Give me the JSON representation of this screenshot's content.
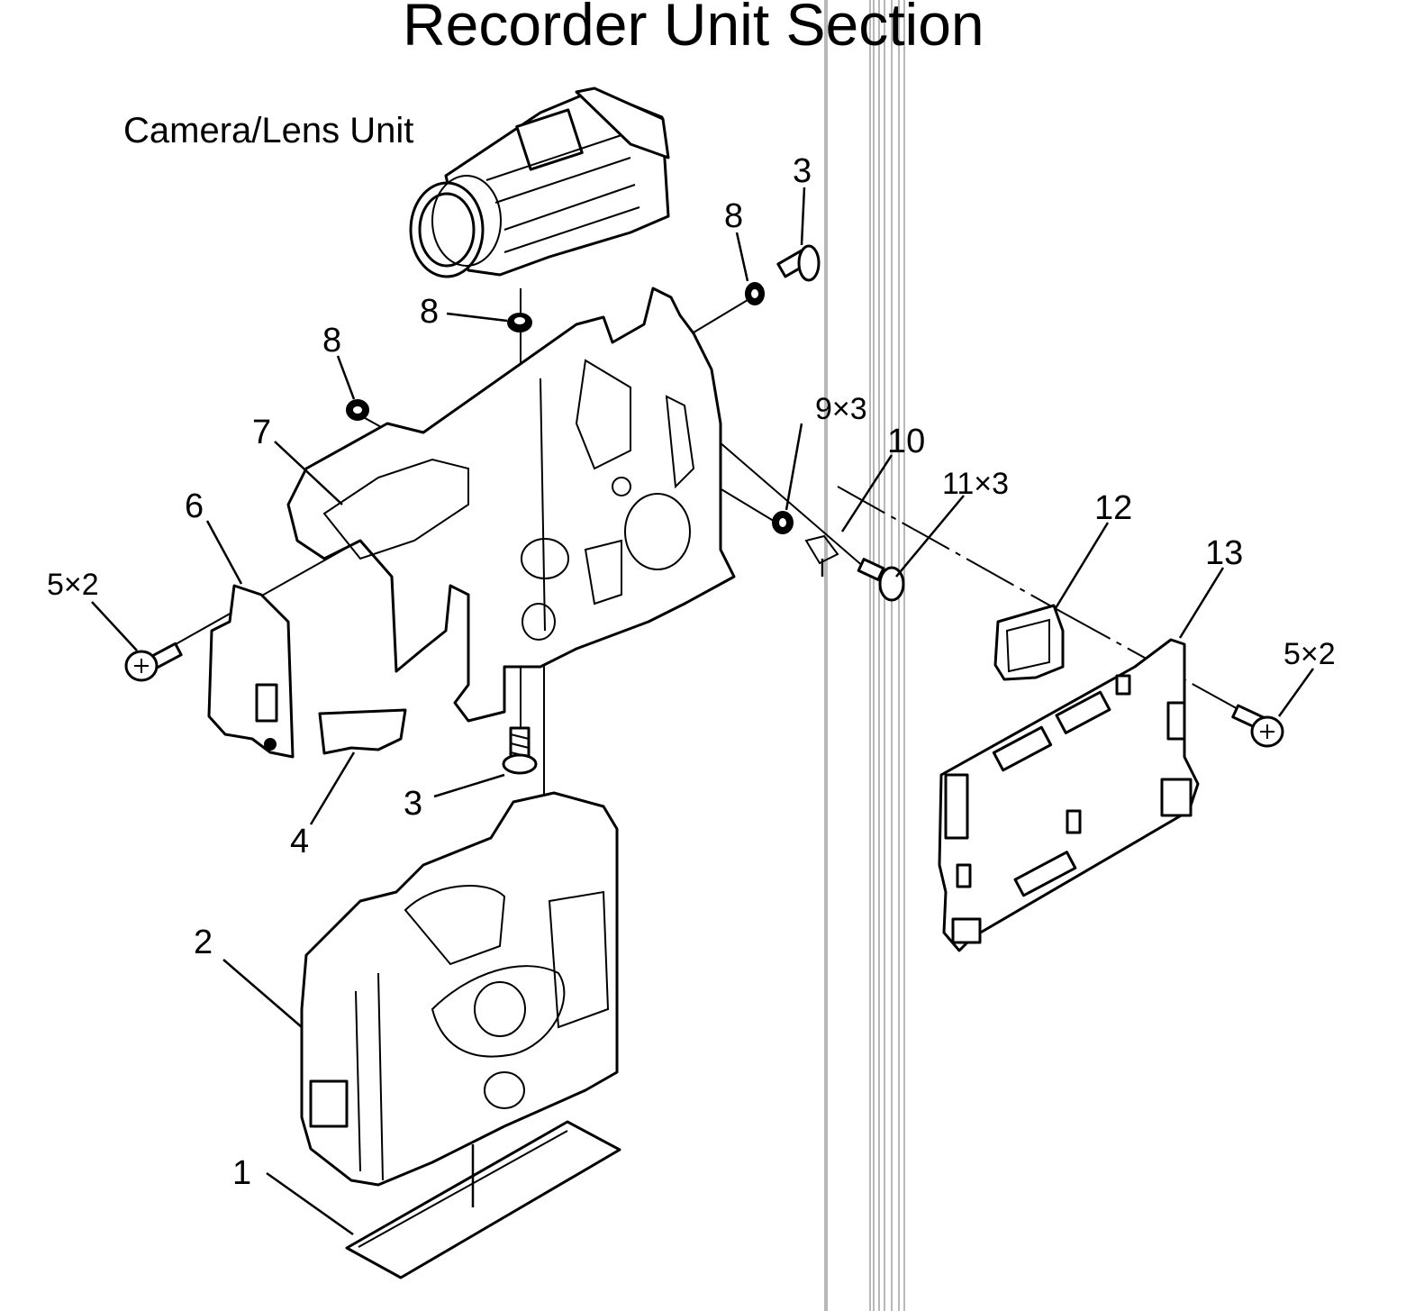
{
  "title": "Recorder Unit Section",
  "subtitle": "Camera/Lens Unit",
  "callouts": {
    "c1": "1",
    "c2": "2",
    "c3_top": "3",
    "c3_bottom": "3",
    "c4": "4",
    "c5_left": "5×2",
    "c5_right": "5×2",
    "c6": "6",
    "c7": "7",
    "c8_top_right": "8",
    "c8_center": "8",
    "c8_left": "8",
    "c9": "9×3",
    "c10": "10",
    "c11": "11×3",
    "c12": "12",
    "c13": "13"
  }
}
